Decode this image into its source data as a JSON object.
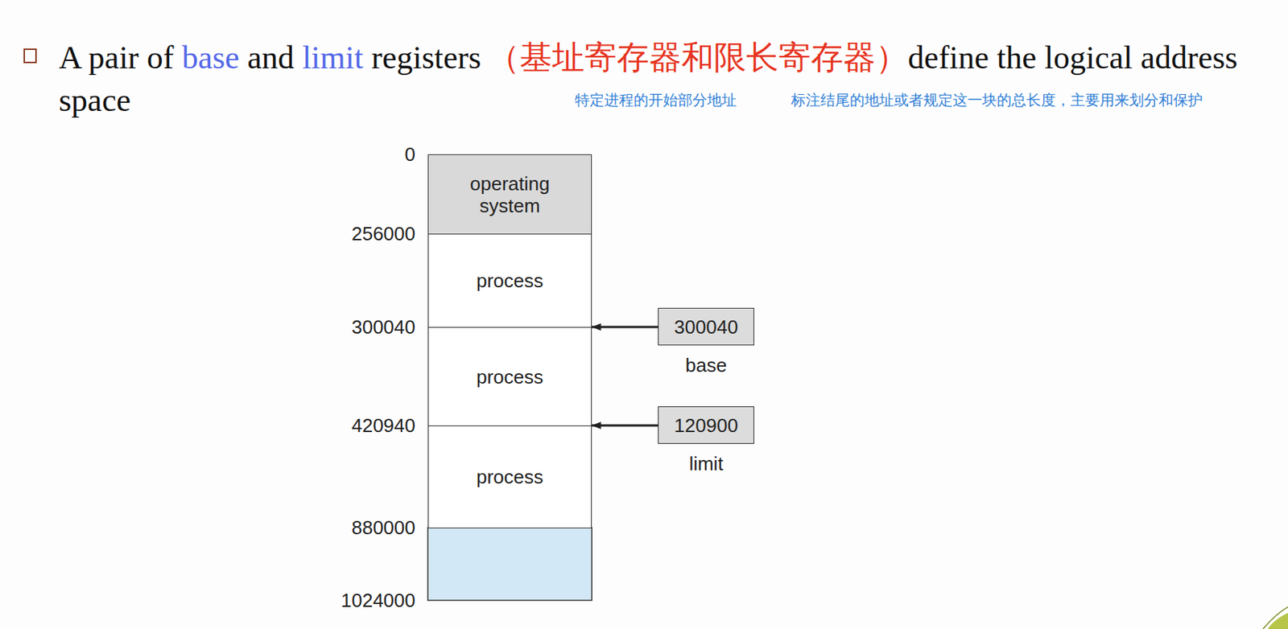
{
  "diagram": {
    "nodes": [
      {
        "text": [
          "operating system"
        ]
      },
      {
        "text": [
          "process"
        ]
      },
      {
        "text": [
          "process"
        ]
      },
      {
        "text": [
          "process"
        ]
      },
      {
        "text": [
          "300040",
          "base"
        ]
      },
      {
        "text": [
          "120900",
          "limit"
        ]
      }
    ],
    "edges": [
      {
        "from": 4,
        "to": 2,
        "arrow": "to"
      },
      {
        "from": 5,
        "to": 3,
        "arrow": "to"
      }
    ],
    "labels": [
      "A pair of",
      "base",
      "and",
      "limit",
      "registers",
      "（基址寄存器和限长寄存器）",
      "define the logical address space",
      "特定进程的开始部分地址",
      "标注结尾的地址或者规定这一块的总长度，主要用来划分和保护",
      "0",
      "256000",
      "300040",
      "420940",
      "880000",
      "1024000"
    ]
  }
}
